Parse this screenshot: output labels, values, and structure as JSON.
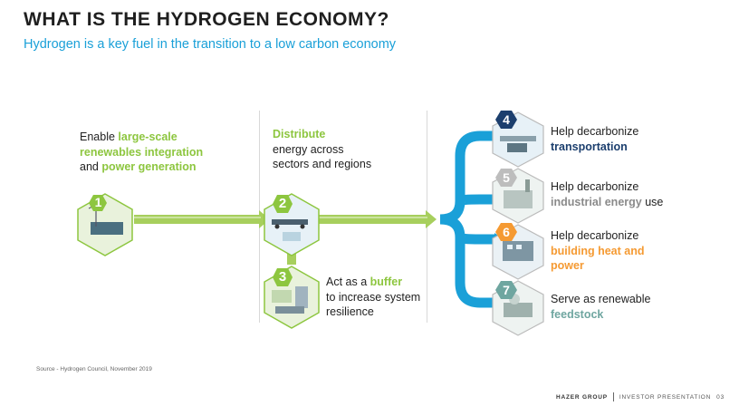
{
  "header": {
    "title": "WHAT IS THE HYDROGEN ECONOMY?",
    "subtitle": "Hydrogen is a key fuel in the transition to a low carbon economy"
  },
  "steps": {
    "s1": {
      "number": "1",
      "pre": "Enable ",
      "highlight1": "large-scale renewables integration",
      "mid": " and ",
      "highlight2": "power generation"
    },
    "s2": {
      "number": "2",
      "highlight": "Distribute",
      "rest": "energy across sectors and regions"
    },
    "s3": {
      "number": "3",
      "pre": "Act as a ",
      "highlight": "buffer",
      "rest": "to increase system resilience"
    },
    "s4": {
      "number": "4",
      "pre": "Help decarbonize",
      "highlight": "transportation"
    },
    "s5": {
      "number": "5",
      "pre": "Help decarbonize",
      "highlight": "industrial energy",
      "post": " use"
    },
    "s6": {
      "number": "6",
      "pre": "Help decarbonize",
      "highlight": "building heat and power"
    },
    "s7": {
      "number": "7",
      "pre": "Serve as renewable",
      "highlight": "feedstock"
    }
  },
  "source": "Source - Hydrogen Council, November 2019",
  "footer": {
    "brand": "HAZER GROUP",
    "section": "INVESTOR PRESENTATION",
    "page": "03"
  },
  "colors": {
    "accent_blue": "#1aa0d8",
    "green": "#8dc63f",
    "navy": "#1c3f6e",
    "grey": "#9a9a9a",
    "orange": "#f59a32",
    "teal": "#6fa6a0"
  }
}
